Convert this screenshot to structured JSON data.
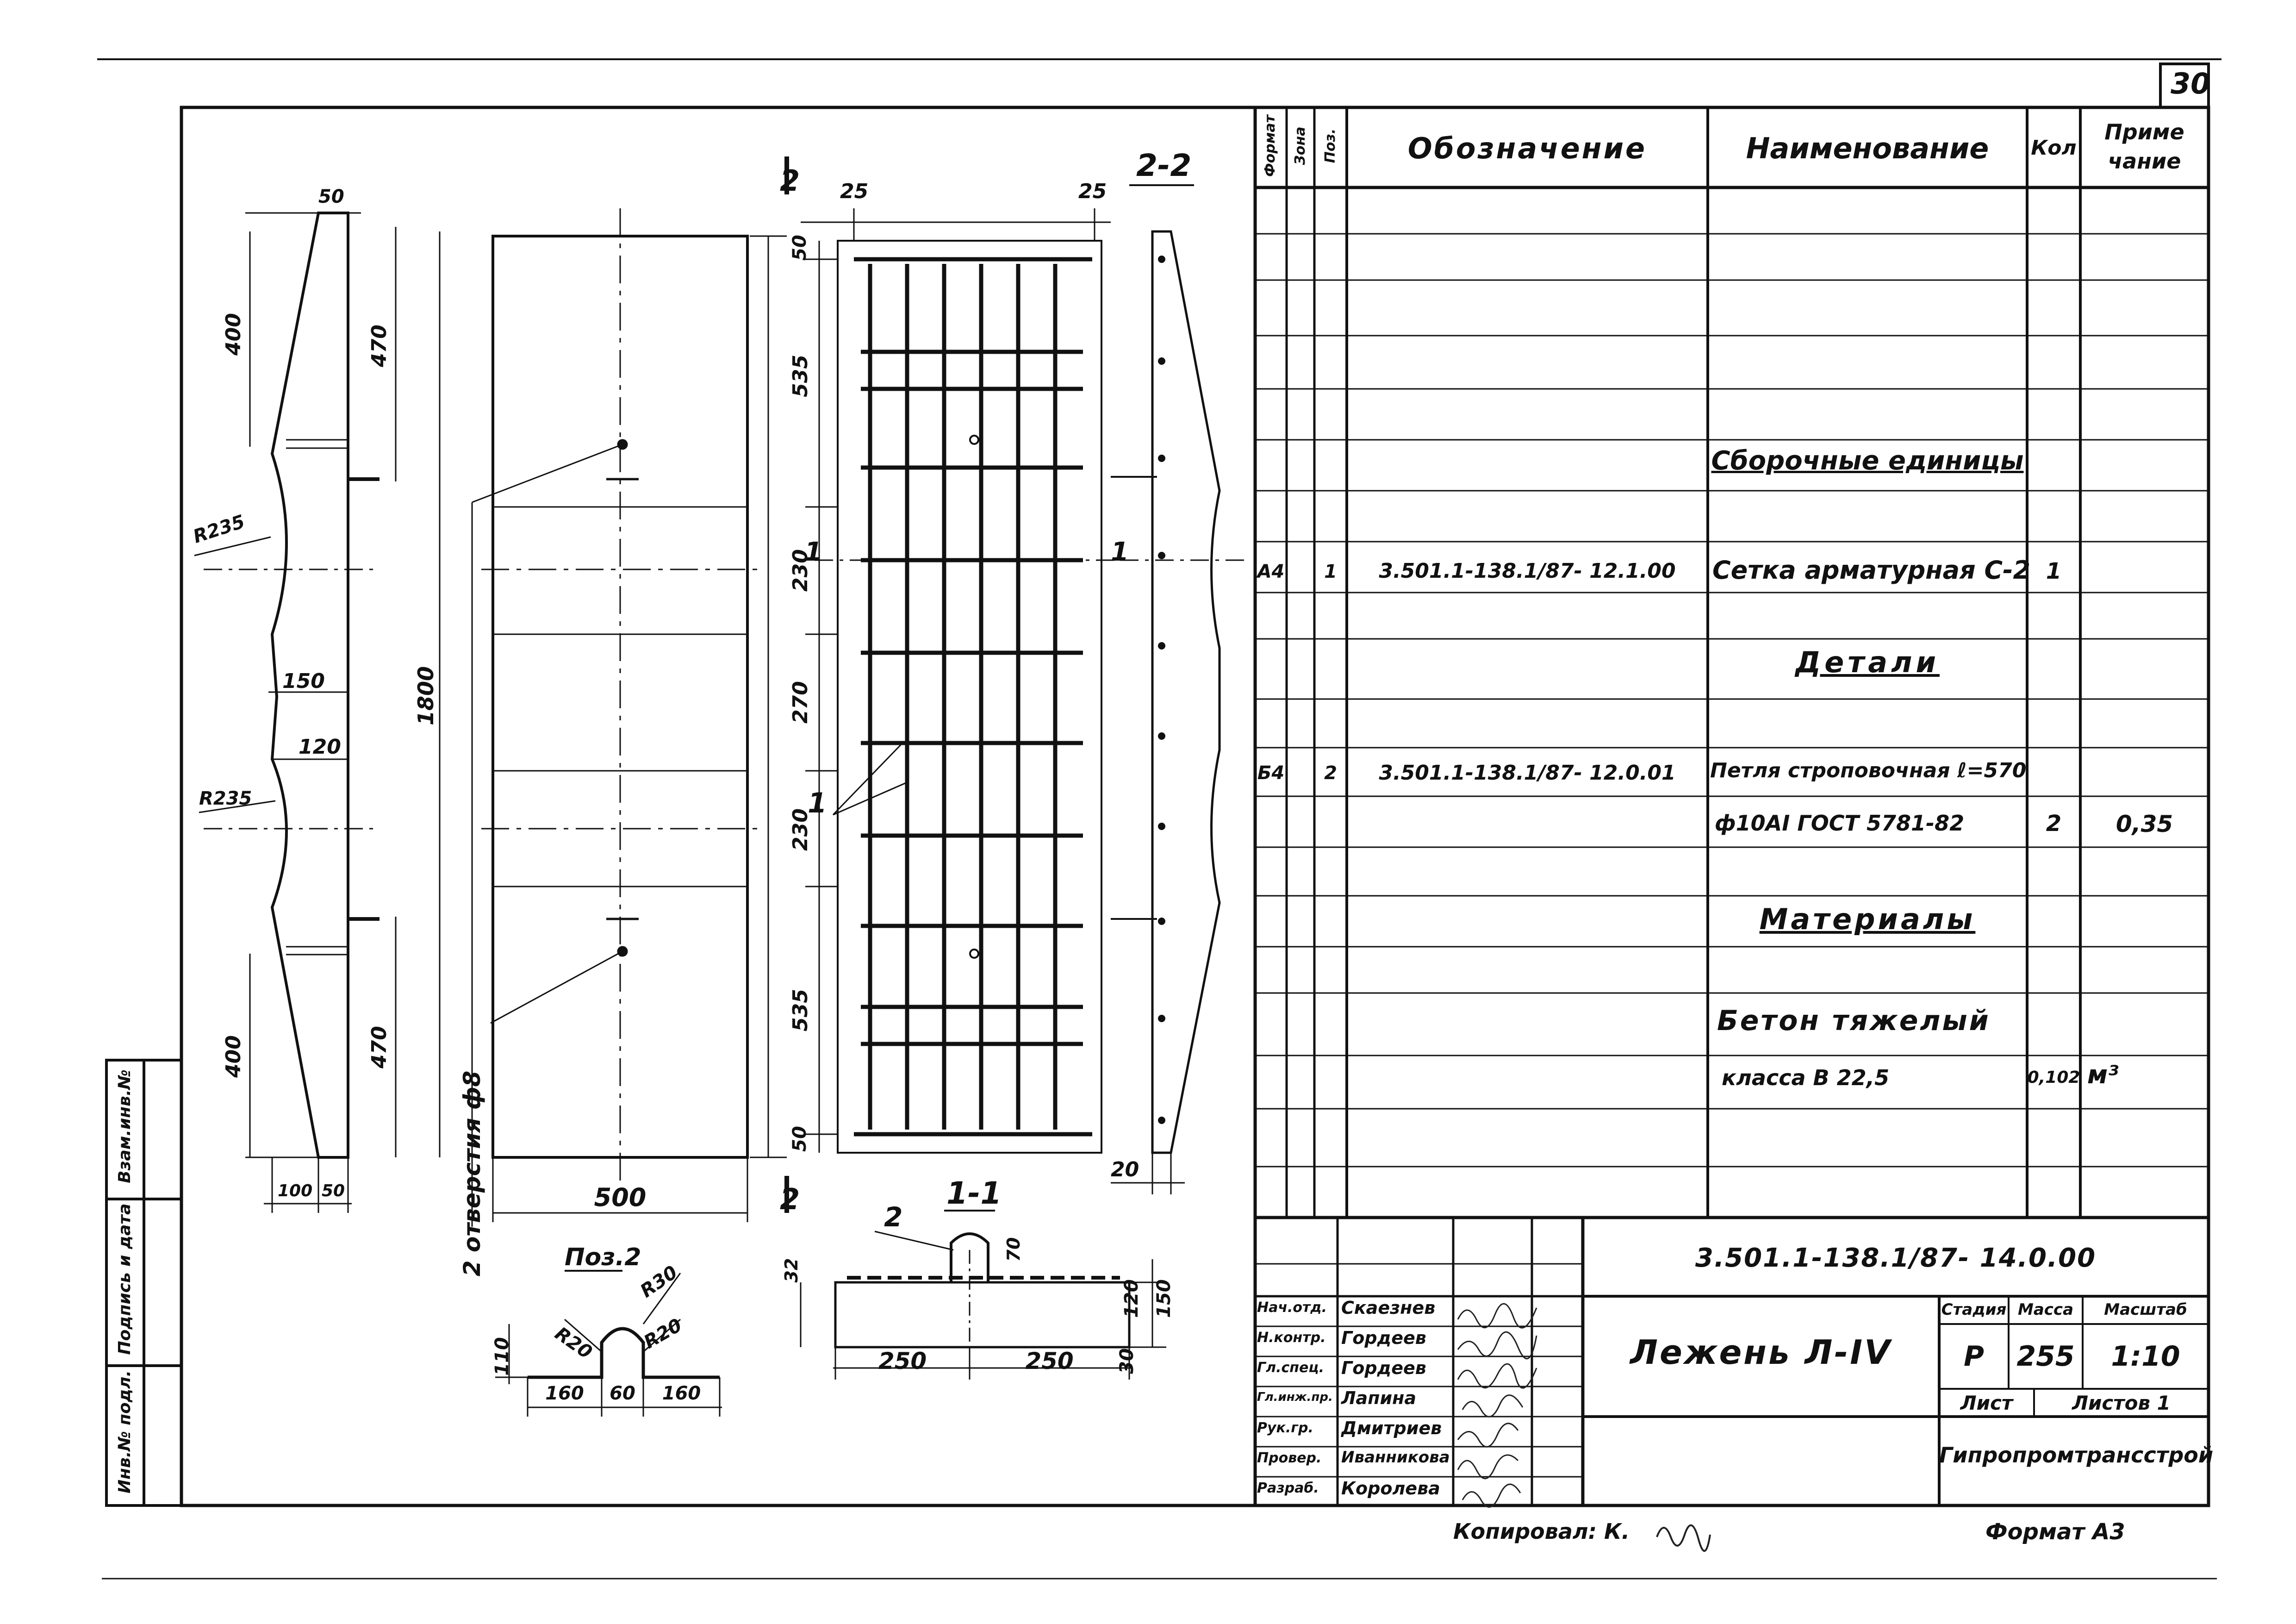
{
  "sheet_number": "30",
  "spec_table": {
    "headers": {
      "format": "Формат",
      "zone": "Зона",
      "pos": "Поз.",
      "designation": "Обозначение",
      "name": "Наименование",
      "qty": "Кол",
      "note_line1": "Приме",
      "note_line2": "чание"
    },
    "sections": {
      "assembly_units": "Сборочные единицы",
      "parts": "Детали",
      "materials": "Материалы"
    },
    "row1": {
      "format": "А4",
      "pos": "1",
      "designation": "3.501.1-138.1/87- 12.1.00",
      "name": "Сетка арматурная С-2",
      "qty": "1"
    },
    "row2": {
      "format": "Б4",
      "pos": "2",
      "designation": "3.501.1-138.1/87- 12.0.01",
      "name": "Петля строповочная ℓ=570",
      "name2": "ф10АI ГОСТ 5781-82",
      "qty": "2",
      "note": "0,35"
    },
    "material": {
      "name_line1": "Бетон тяжелый",
      "name_line2": "класса В 22,5",
      "qty": "0,102",
      "unit": "м³"
    }
  },
  "title_block": {
    "code": "3.501.1-138.1/87- 14.0.00",
    "title": "Лежень Л-IV",
    "stage_label": "Стадия",
    "mass_label": "Масса",
    "scale_label": "Масштаб",
    "stage": "Р",
    "mass": "255",
    "scale": "1:10",
    "sheet_label": "Лист",
    "sheets_label": "Листов 1",
    "organization": "Гипропромтрансстрой",
    "people": [
      {
        "role": "Нач.отд.",
        "name": "Скаезнев"
      },
      {
        "role": "Н.контр.",
        "name": "Гордеев"
      },
      {
        "role": "Гл.спец.",
        "name": "Гордеев"
      },
      {
        "role": "Гл.инж.пр.",
        "name": "Лапина"
      },
      {
        "role": "Рук.гр.",
        "name": "Дмитриев"
      },
      {
        "role": "Провер.",
        "name": "Иванникова"
      },
      {
        "role": "Разраб.",
        "name": "Королева"
      }
    ],
    "copied_by": "Копировал: К.",
    "format": "Формат А3"
  },
  "side_stamp": {
    "inv_orig": "Инв.№ подл.",
    "sign_date": "Подпись и дата",
    "inv_replace": "Взам.инв.№"
  },
  "drawing": {
    "side_view": {
      "dim_top": "50",
      "dim_400_top": "400",
      "dim_470_top": "470",
      "dim_1800": "1800",
      "r_top": "R235",
      "dim_150": "150",
      "dim_120": "120",
      "r_bottom": "R235",
      "dim_400_bottom": "400",
      "dim_470_bottom": "470",
      "dim_100": "100",
      "dim_50_bottom": "50"
    },
    "front_view": {
      "dim_500": "500",
      "holes_note": "2 отверстия ф8"
    },
    "section_marks": {
      "s2_top": "2",
      "s2_bottom": "2",
      "s1_left": "1",
      "s1_right": "1",
      "callout_1": "1"
    },
    "mesh_view": {
      "d25_left": "25",
      "d25_right": "25",
      "d50_top": "50",
      "d535_top": "535",
      "d230_a": "230",
      "d270": "270",
      "d230_b": "230",
      "d535_bottom": "535",
      "d50_bottom": "50"
    },
    "section_2_2": {
      "label": "2-2",
      "dim_20": "20"
    },
    "section_1_1": {
      "label": "1-1",
      "callout": "2",
      "dim_32": "32",
      "dim_70": "70",
      "dim_120": "120",
      "dim_150": "150",
      "dim_250_left": "250",
      "dim_250_right": "250",
      "dim_30": "30"
    },
    "pos2": {
      "label": "Поз.2",
      "r30": "R30",
      "r20_left": "R20",
      "r20_right": "R20",
      "dim_110": "110",
      "dim_160_left": "160",
      "dim_60": "60",
      "dim_160_right": "160"
    }
  }
}
